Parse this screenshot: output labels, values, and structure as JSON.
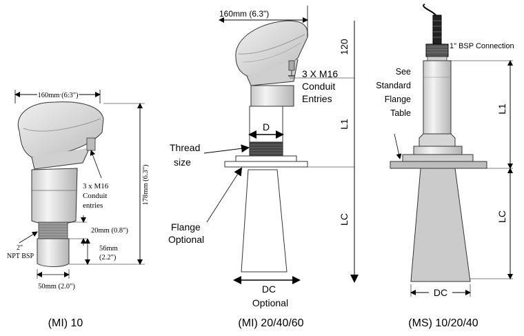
{
  "diagrams": [
    {
      "caption": "(MI) 10",
      "labels": {
        "width": "160mm (6.3\")",
        "height": "178mm (6.3\")",
        "conduit_1": "3 x M16",
        "conduit_2": "Conduit",
        "conduit_3": "entries",
        "thread_dim": "20mm (0.8\")",
        "stem_dim_1": "56mm",
        "stem_dim_2": "(2.2\")",
        "npt_1": "2\"",
        "npt_2": "NPT BSP",
        "base_width": "50mm (2.0\")"
      }
    },
    {
      "caption": "(MI)  20/40/60",
      "labels": {
        "width": "160mm (6.3\")",
        "head_height": "120",
        "conduit_1": "3 X M16",
        "conduit_2": "Conduit",
        "conduit_3": "Entries",
        "l1": "L1",
        "d": "D",
        "thread_1": "Thread",
        "thread_2": "size",
        "lc": "LC",
        "flange_1": "Flange",
        "flange_2": "Optional",
        "dc_1": "DC",
        "dc_2": "Optional"
      }
    },
    {
      "caption": "(MS) 10/20/40",
      "labels": {
        "connection": "1\" BSP Connection",
        "see_1": "See",
        "see_2": "Standard",
        "see_3": "Flange",
        "see_4": "Table",
        "l1": "L1",
        "lc": "LC",
        "dc": "DC"
      }
    }
  ]
}
